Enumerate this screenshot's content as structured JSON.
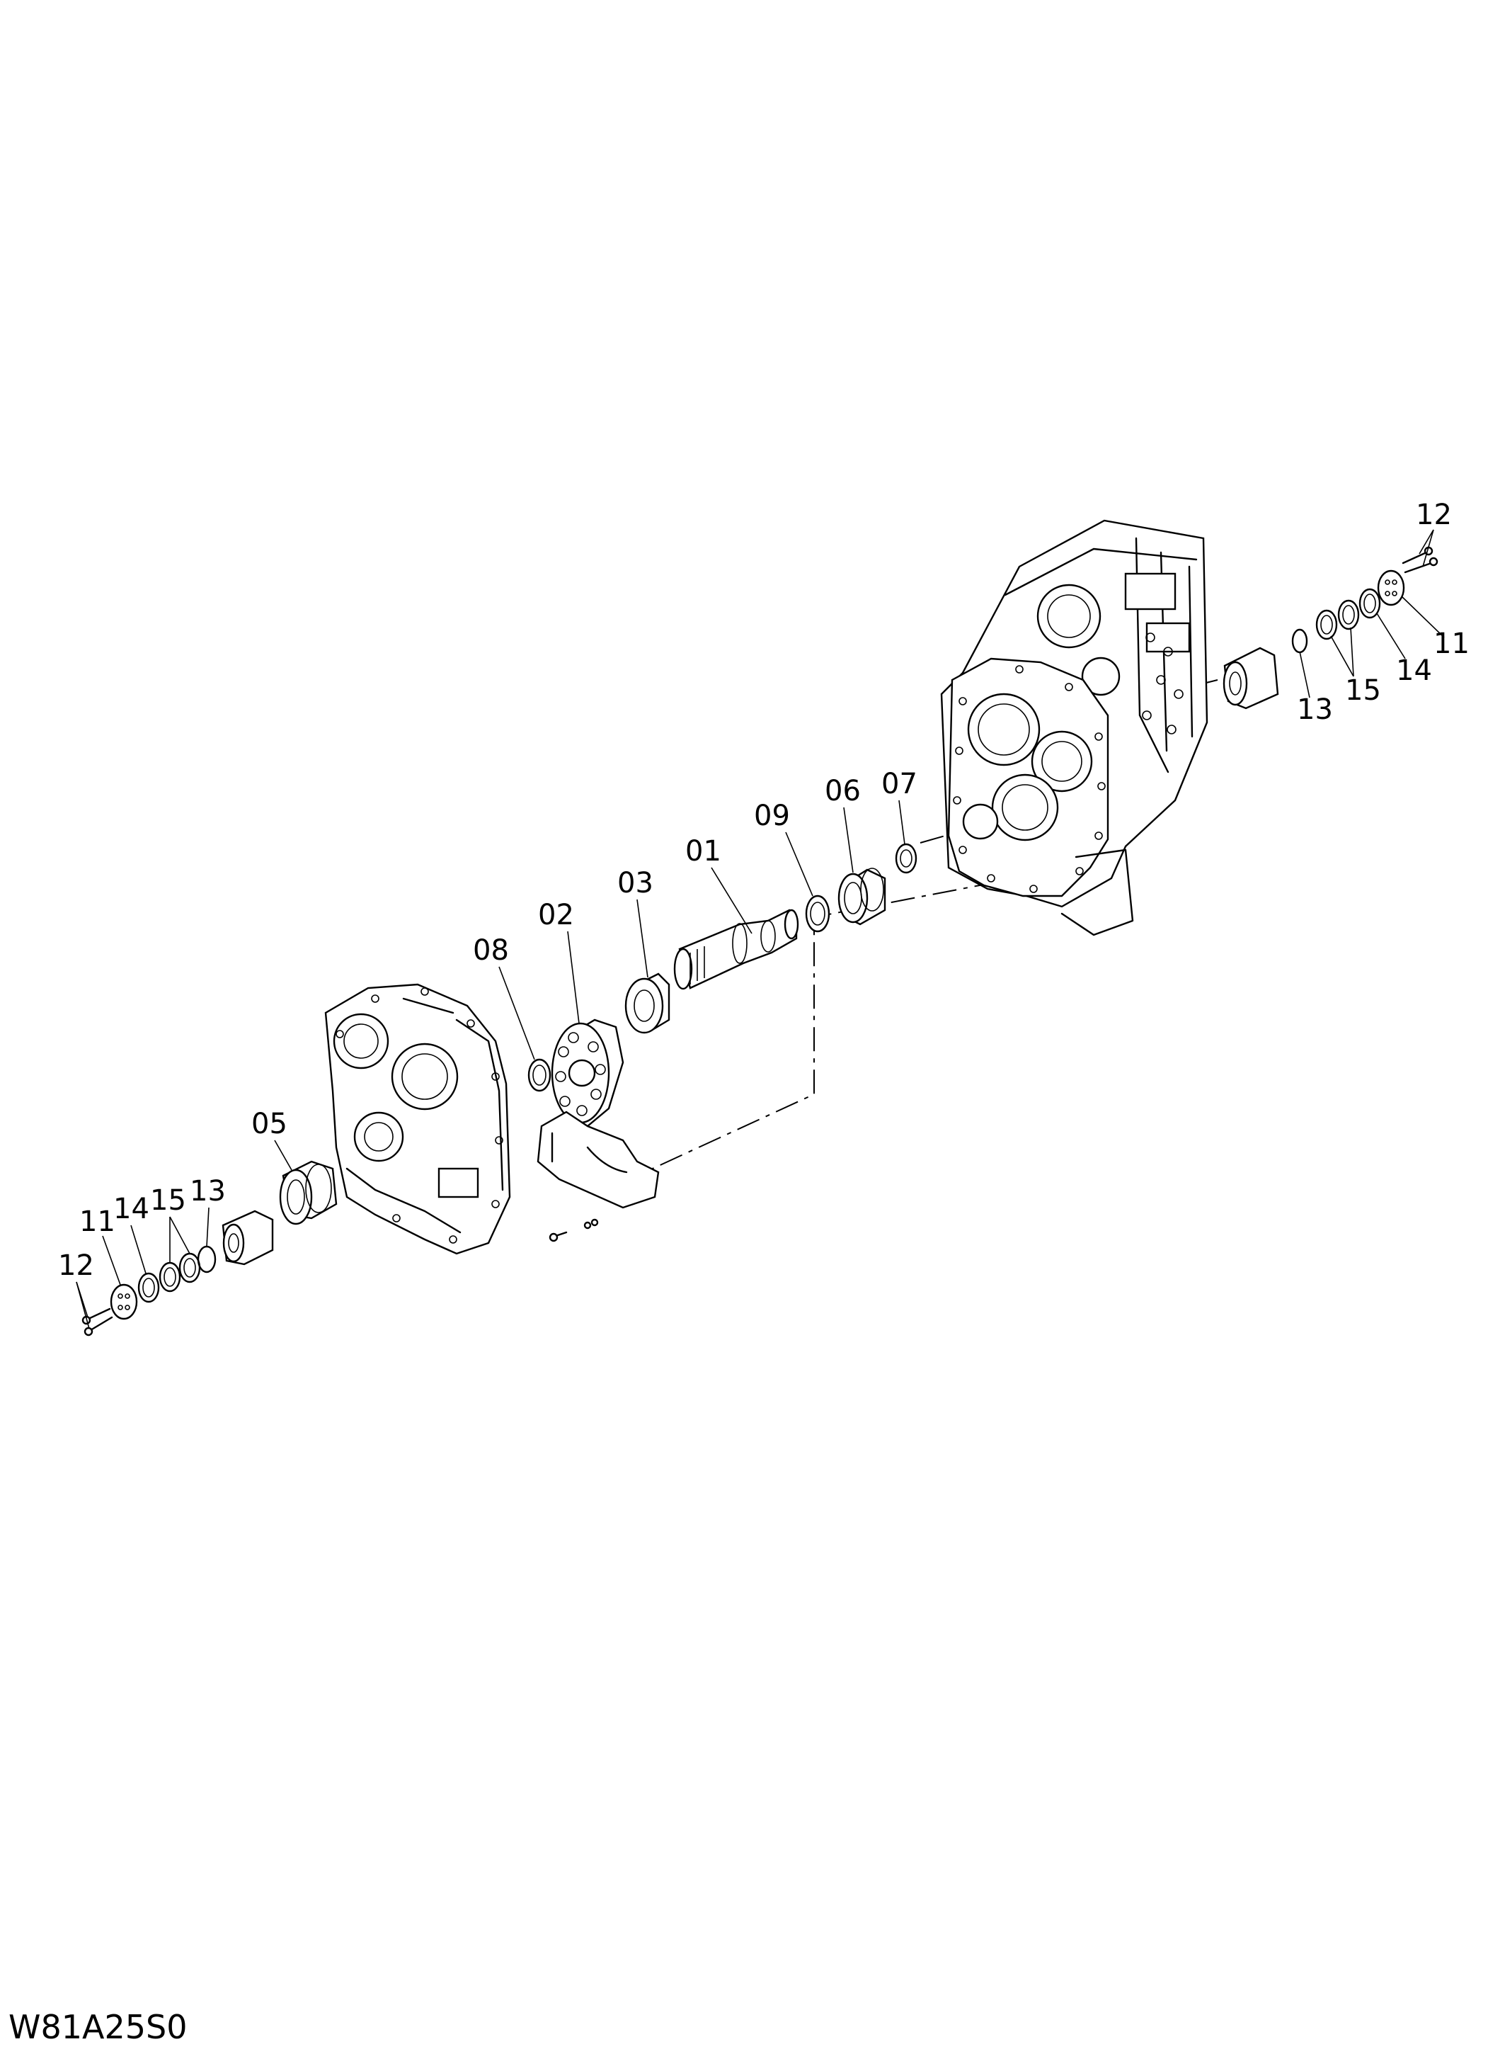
{
  "drawing_code": "W81A25S0",
  "callouts": {
    "c01": "01",
    "c02": "02",
    "c03": "03",
    "c05": "05",
    "c06": "06",
    "c07": "07",
    "c08": "08",
    "c09": "09",
    "c11_right": "11",
    "c12_right": "12",
    "c13_right": "13",
    "c14_right": "14",
    "c15_right": "15",
    "c11_left": "11",
    "c12_left": "12",
    "c13_left": "13",
    "c14_left": "14",
    "c15_left": "15"
  }
}
